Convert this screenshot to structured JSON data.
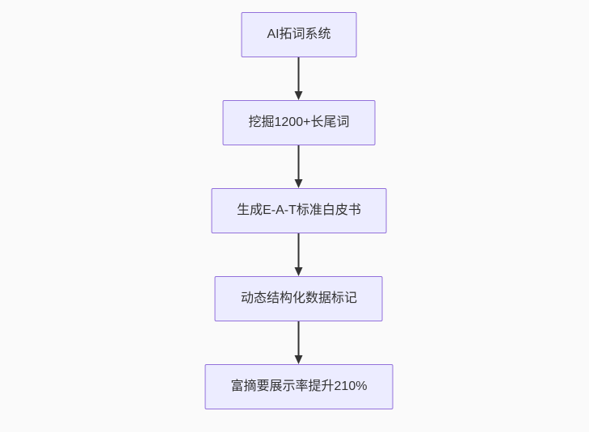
{
  "page": {
    "background_color": "#fafafa"
  },
  "flowchart": {
    "type": "vertical-flowchart",
    "direction": "top-down",
    "node_fill_color": "#ececff",
    "node_border_color": "#9370db",
    "node_text_color": "#333333",
    "arrow_color": "#333333",
    "nodes": [
      {
        "label": "AI拓词系统"
      },
      {
        "label": "挖掘1200+长尾词"
      },
      {
        "label": "生成E-A-T标准白皮书"
      },
      {
        "label": "动态结构化数据标记"
      },
      {
        "label": "富摘要展示率提升210%"
      }
    ],
    "edges": [
      {
        "from": "AI拓词系统",
        "to": "挖掘1200+长尾词"
      },
      {
        "from": "挖掘1200+长尾词",
        "to": "生成E-A-T标准白皮书"
      },
      {
        "from": "生成E-A-T标准白皮书",
        "to": "动态结构化数据标记"
      },
      {
        "from": "动态结构化数据标记",
        "to": "富摘要展示率提升210%"
      }
    ]
  }
}
